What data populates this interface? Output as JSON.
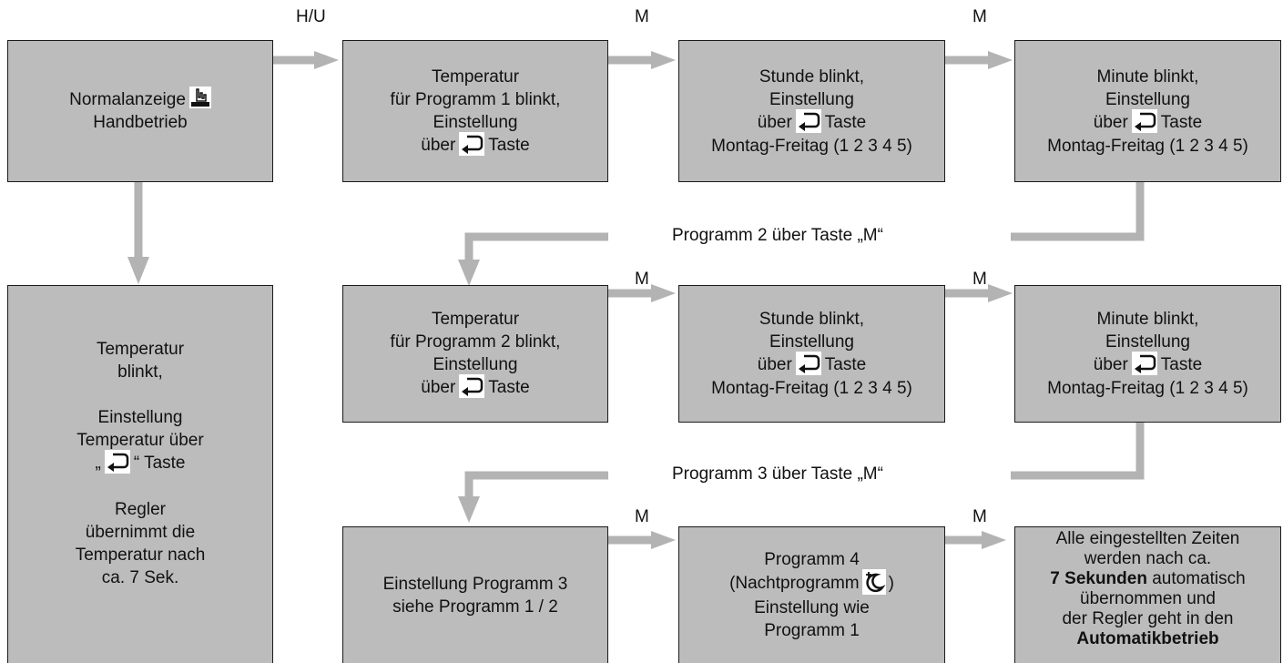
{
  "labels": {
    "hu": "H/U",
    "m": "M",
    "prog2_transition": "Programm 2 über Taste „M“",
    "prog3_transition": "Programm 3 über Taste „M“"
  },
  "boxes": {
    "normal": {
      "line1": "Normalanzeige",
      "line2": "Handbetrieb"
    },
    "temp_manual": {
      "line1": "Temperatur",
      "line2": "blinkt,",
      "line3": "Einstellung",
      "line4": "Temperatur über",
      "line5_pre": "„",
      "line5_post": "“ Taste",
      "line6": "Regler",
      "line7": "übernimmt die",
      "line8": "Temperatur nach",
      "line9": "ca. 7 Sek."
    },
    "p1_temp": {
      "line1": "Temperatur",
      "line2": "für Programm 1 blinkt,",
      "line3": "Einstellung",
      "line4_pre": "über",
      "line4_post": "Taste"
    },
    "p1_hour": {
      "line1": "Stunde blinkt,",
      "line2": "Einstellung",
      "line3_pre": "über",
      "line3_post": "Taste",
      "line4": "Montag-Freitag (1 2 3 4 5)"
    },
    "p1_minute": {
      "line1": "Minute blinkt,",
      "line2": "Einstellung",
      "line3_pre": "über",
      "line3_post": "Taste",
      "line4": "Montag-Freitag (1 2 3 4 5)"
    },
    "p2_temp": {
      "line1": "Temperatur",
      "line2": "für Programm 2 blinkt,",
      "line3": "Einstellung",
      "line4_pre": "über",
      "line4_post": "Taste"
    },
    "p2_hour": {
      "line1": "Stunde blinkt,",
      "line2": "Einstellung",
      "line3_pre": "über",
      "line3_post": "Taste",
      "line4": "Montag-Freitag (1 2 3 4 5)"
    },
    "p2_minute": {
      "line1": "Minute blinkt,",
      "line2": "Einstellung",
      "line3_pre": "über",
      "line3_post": "Taste",
      "line4": "Montag-Freitag (1 2 3 4 5)"
    },
    "p3_setting": {
      "line1": "Einstellung Programm 3",
      "line2": "siehe Programm 1 / 2"
    },
    "p4": {
      "line1": "Programm 4",
      "line2_pre": "(Nachtprogramm",
      "line2_post": ")",
      "line3": "Einstellung wie",
      "line4": "Programm 1"
    },
    "auto": {
      "line1": "Alle eingestellten Zeiten",
      "line2": "werden nach ca.",
      "line3_bold": "7 Sekunden",
      "line3_rest": " automatisch",
      "line4": "übernommen und",
      "line5": "der Regler geht in den",
      "line6_bold": "Automatikbetrieb"
    }
  },
  "colors": {
    "box_fill": "#bcbcbc",
    "arrow": "#b3b3b3",
    "border": "#1a1a1a"
  },
  "icons": {
    "enter_key": "return-key-icon",
    "hand": "hand-icon",
    "moon": "moon-icon"
  }
}
